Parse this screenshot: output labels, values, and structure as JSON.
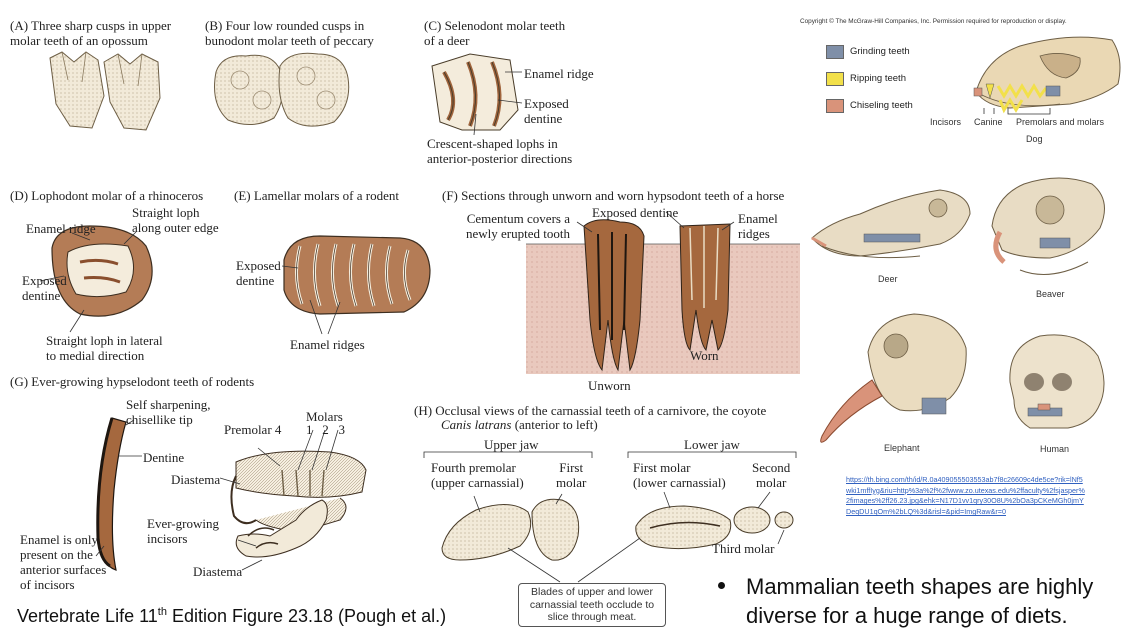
{
  "copyright": "Copyright © The McGraw-Hill Companies, Inc. Permission required for reproduction or display.",
  "panels": {
    "a_title": "(A)  Three sharp cusps in upper\n       molar teeth of an opossum",
    "b_title": "(B)  Four low rounded cusps in\n       bunodont molar teeth of peccary",
    "c_title": "(C)  Selenodont molar teeth\n       of a deer",
    "c_enamel": "Enamel ridge",
    "c_dentine": "Exposed\ndentine",
    "c_lophs": "Crescent-shaped lophs in\nanterior-posterior directions",
    "d_title": "(D)  Lophodont molar of a rhinoceros",
    "d_enamel": "Enamel ridge",
    "d_straight_outer": "Straight loph\nalong outer edge",
    "d_dentine": "Exposed\ndentine",
    "d_straight_lateral": "Straight loph in lateral\nto medial direction",
    "e_title": "(E)  Lamellar molars of a rodent",
    "e_dentine": "Exposed\ndentine",
    "e_ridges": "Enamel ridges",
    "f_title": "(F)  Sections through unworn and worn hypsodont teeth of a horse",
    "f_cementum": "Cementum covers a\nnewly erupted tooth",
    "f_dentine": "Exposed dentine",
    "f_enamel": "Enamel\nridges",
    "f_worn": "Worn",
    "f_unworn": "Unworn",
    "g_title": "(G)  Ever-growing hypselodont teeth of rodents",
    "g_self": "Self sharpening,\nchisellike tip",
    "g_dentine": "Dentine",
    "g_enamel": "Enamel is only\npresent on the\nanterior surfaces\nof incisors",
    "g_premolar": "Premolar 4",
    "g_molars": "Molars",
    "g_molar_nums": "1   2   3",
    "g_diastema1": "Diastema",
    "g_evergrowing": "Ever-growing\nincisors",
    "g_diastema2": "Diastema",
    "h_title": "(H)  Occlusal views of the carnassial teeth of a carnivore, the coyote",
    "h_species": "Canis latrans",
    "h_species_suffix": " (anterior to left)",
    "h_upper": "Upper jaw",
    "h_lower": "Lower jaw",
    "h_fourth": "Fourth premolar\n(upper carnassial)",
    "h_first_molar_up": "First\nmolar",
    "h_first_molar_low": "First molar\n(lower carnassial)",
    "h_second": "Second\nmolar",
    "h_third": "Third molar",
    "h_callout": "Blades of upper and lower\ncarnassial teeth occlude to\nslice through meat."
  },
  "legend": {
    "items": [
      {
        "label": "Grinding teeth",
        "color": "#7f8fa8"
      },
      {
        "label": "Ripping teeth",
        "color": "#f2e04a"
      },
      {
        "label": "Chiseling teeth",
        "color": "#d9937a"
      }
    ]
  },
  "dog": {
    "incisors": "Incisors",
    "canine": "Canine",
    "premolars": "Premolars and molars",
    "name": "Dog"
  },
  "animals": {
    "deer": "Deer",
    "beaver": "Beaver",
    "elephant": "Elephant",
    "human": "Human"
  },
  "link": "https://th.bing.com/th/id/R.0a409055503553ab7f8c26609c4de5ce?rik=lNf5wki1mffIyg&riu=http%3a%2f%2fwww.zo.utexas.edu%2ffaculty%2fsjasper%2fimages%2ff26.23.jpg&ehk=N17D1vv1qry30O8U%2bOa3pCKeMGh0jmYDeqDU1qOm%2bLQ%3d&risl=&pid=ImgRaw&r=0",
  "bullet": "Mammalian teeth shapes are highly\ndiverse for a huge range of diets.",
  "caption_pre": "Vertebrate Life 11",
  "caption_sup": "th",
  "caption_post": " Edition Figure 23.18 (Pough et al.)"
}
